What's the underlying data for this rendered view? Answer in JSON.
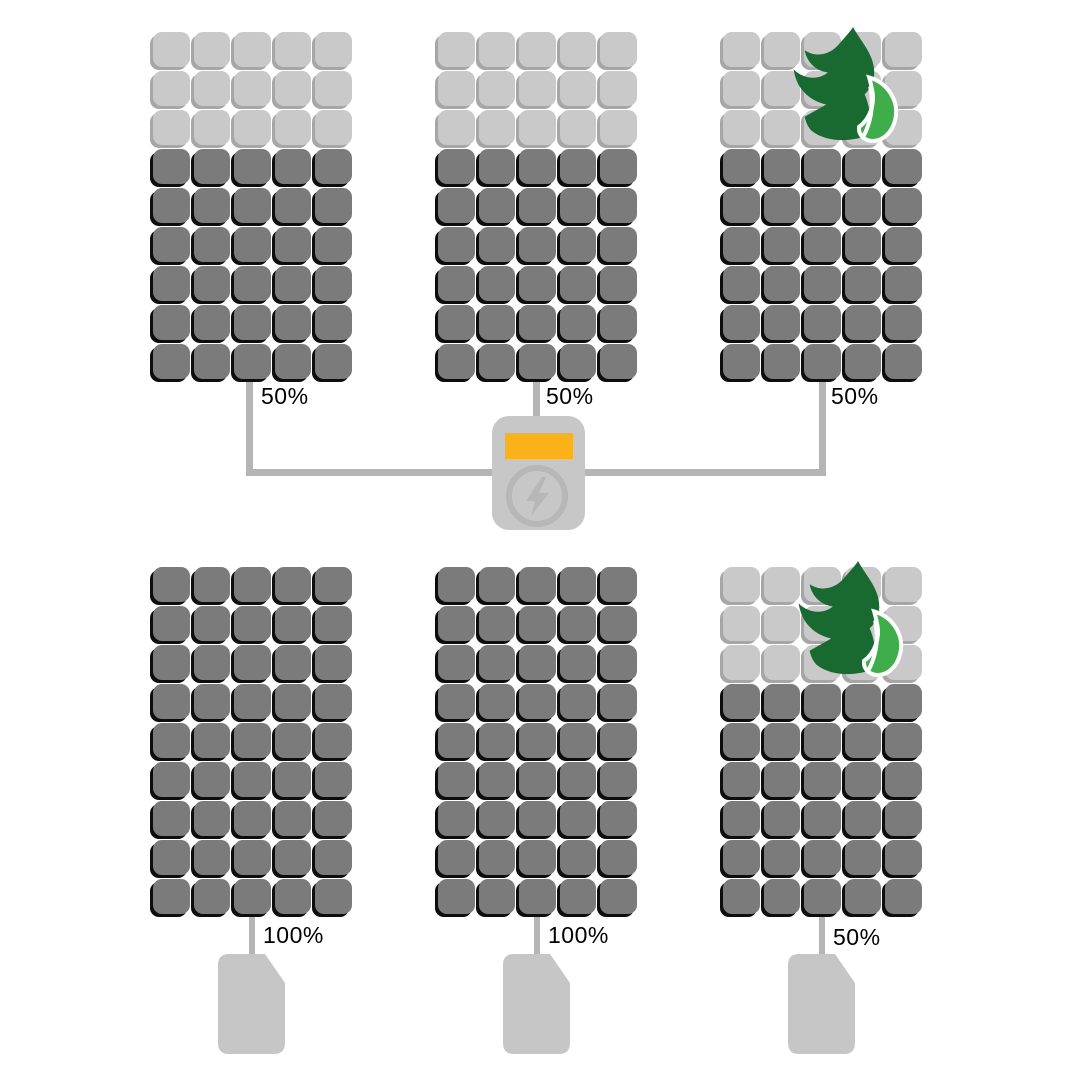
{
  "colors": {
    "background": "#ffffff",
    "cell_light": "#c9c9c9",
    "cell_light_shadow": "#a6a6a6",
    "cell_dark": "#7b7b7b",
    "cell_dark_shadow": "#0d0d0d",
    "wire": "#b5b5b5",
    "inverter_body": "#c7c7c7",
    "inverter_detail": "#b7b7b7",
    "inverter_indicator": "#fbb11a",
    "storage_body": "#c6c6c6",
    "leaf_dark": "#186a31",
    "leaf_light": "#3fae4a",
    "label_text": "#000000"
  },
  "panels": [
    {
      "id": "top-left",
      "label": "50%",
      "rows": 9,
      "cols": 5,
      "shaded_rows": 3,
      "leaf": false
    },
    {
      "id": "top-middle",
      "label": "50%",
      "rows": 9,
      "cols": 5,
      "shaded_rows": 3,
      "leaf": false
    },
    {
      "id": "top-right",
      "label": "50%",
      "rows": 9,
      "cols": 5,
      "shaded_rows": 3,
      "leaf": true
    },
    {
      "id": "bottom-left",
      "label": "100%",
      "rows": 9,
      "cols": 5,
      "shaded_rows": 0,
      "leaf": false
    },
    {
      "id": "bottom-middle",
      "label": "100%",
      "rows": 9,
      "cols": 5,
      "shaded_rows": 0,
      "leaf": false
    },
    {
      "id": "bottom-right",
      "label": "50%",
      "rows": 9,
      "cols": 5,
      "shaded_rows": 3,
      "leaf": true
    }
  ],
  "icons": {
    "inverter": "lightning-bolt-icon",
    "shading": "leaf-icon",
    "storage": "storage-unit-icon"
  }
}
